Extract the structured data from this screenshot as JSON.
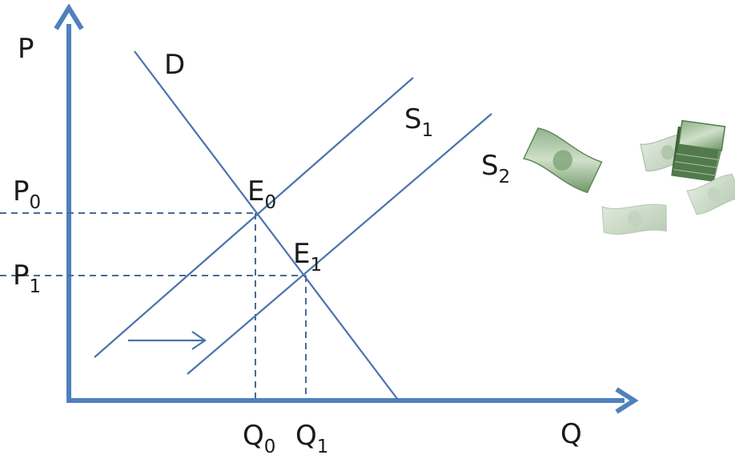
{
  "diagram": {
    "axes": {
      "y_label": "P",
      "x_label": "Q"
    },
    "curves": {
      "demand": {
        "label": "D"
      },
      "supply_1": {
        "label": "S",
        "sub": "1"
      },
      "supply_2": {
        "label": "S",
        "sub": "2"
      }
    },
    "equilibria": [
      {
        "label": "E",
        "sub": "0"
      },
      {
        "label": "E",
        "sub": "1"
      }
    ],
    "price_levels": [
      {
        "label": "P",
        "sub": "0"
      },
      {
        "label": "P",
        "sub": "1"
      }
    ],
    "quantity_levels": [
      {
        "label": "Q",
        "sub": "0"
      },
      {
        "label": "Q",
        "sub": "1"
      }
    ],
    "shift_arrow": {
      "direction": "right"
    },
    "decoration": {
      "image": "flying-money-bills"
    },
    "colors": {
      "axis": "#4f81bd",
      "curve": "#4a72ad",
      "guide": "#4a6a95",
      "text": "#1a1a1a",
      "money_green": "#5f8a58"
    }
  }
}
